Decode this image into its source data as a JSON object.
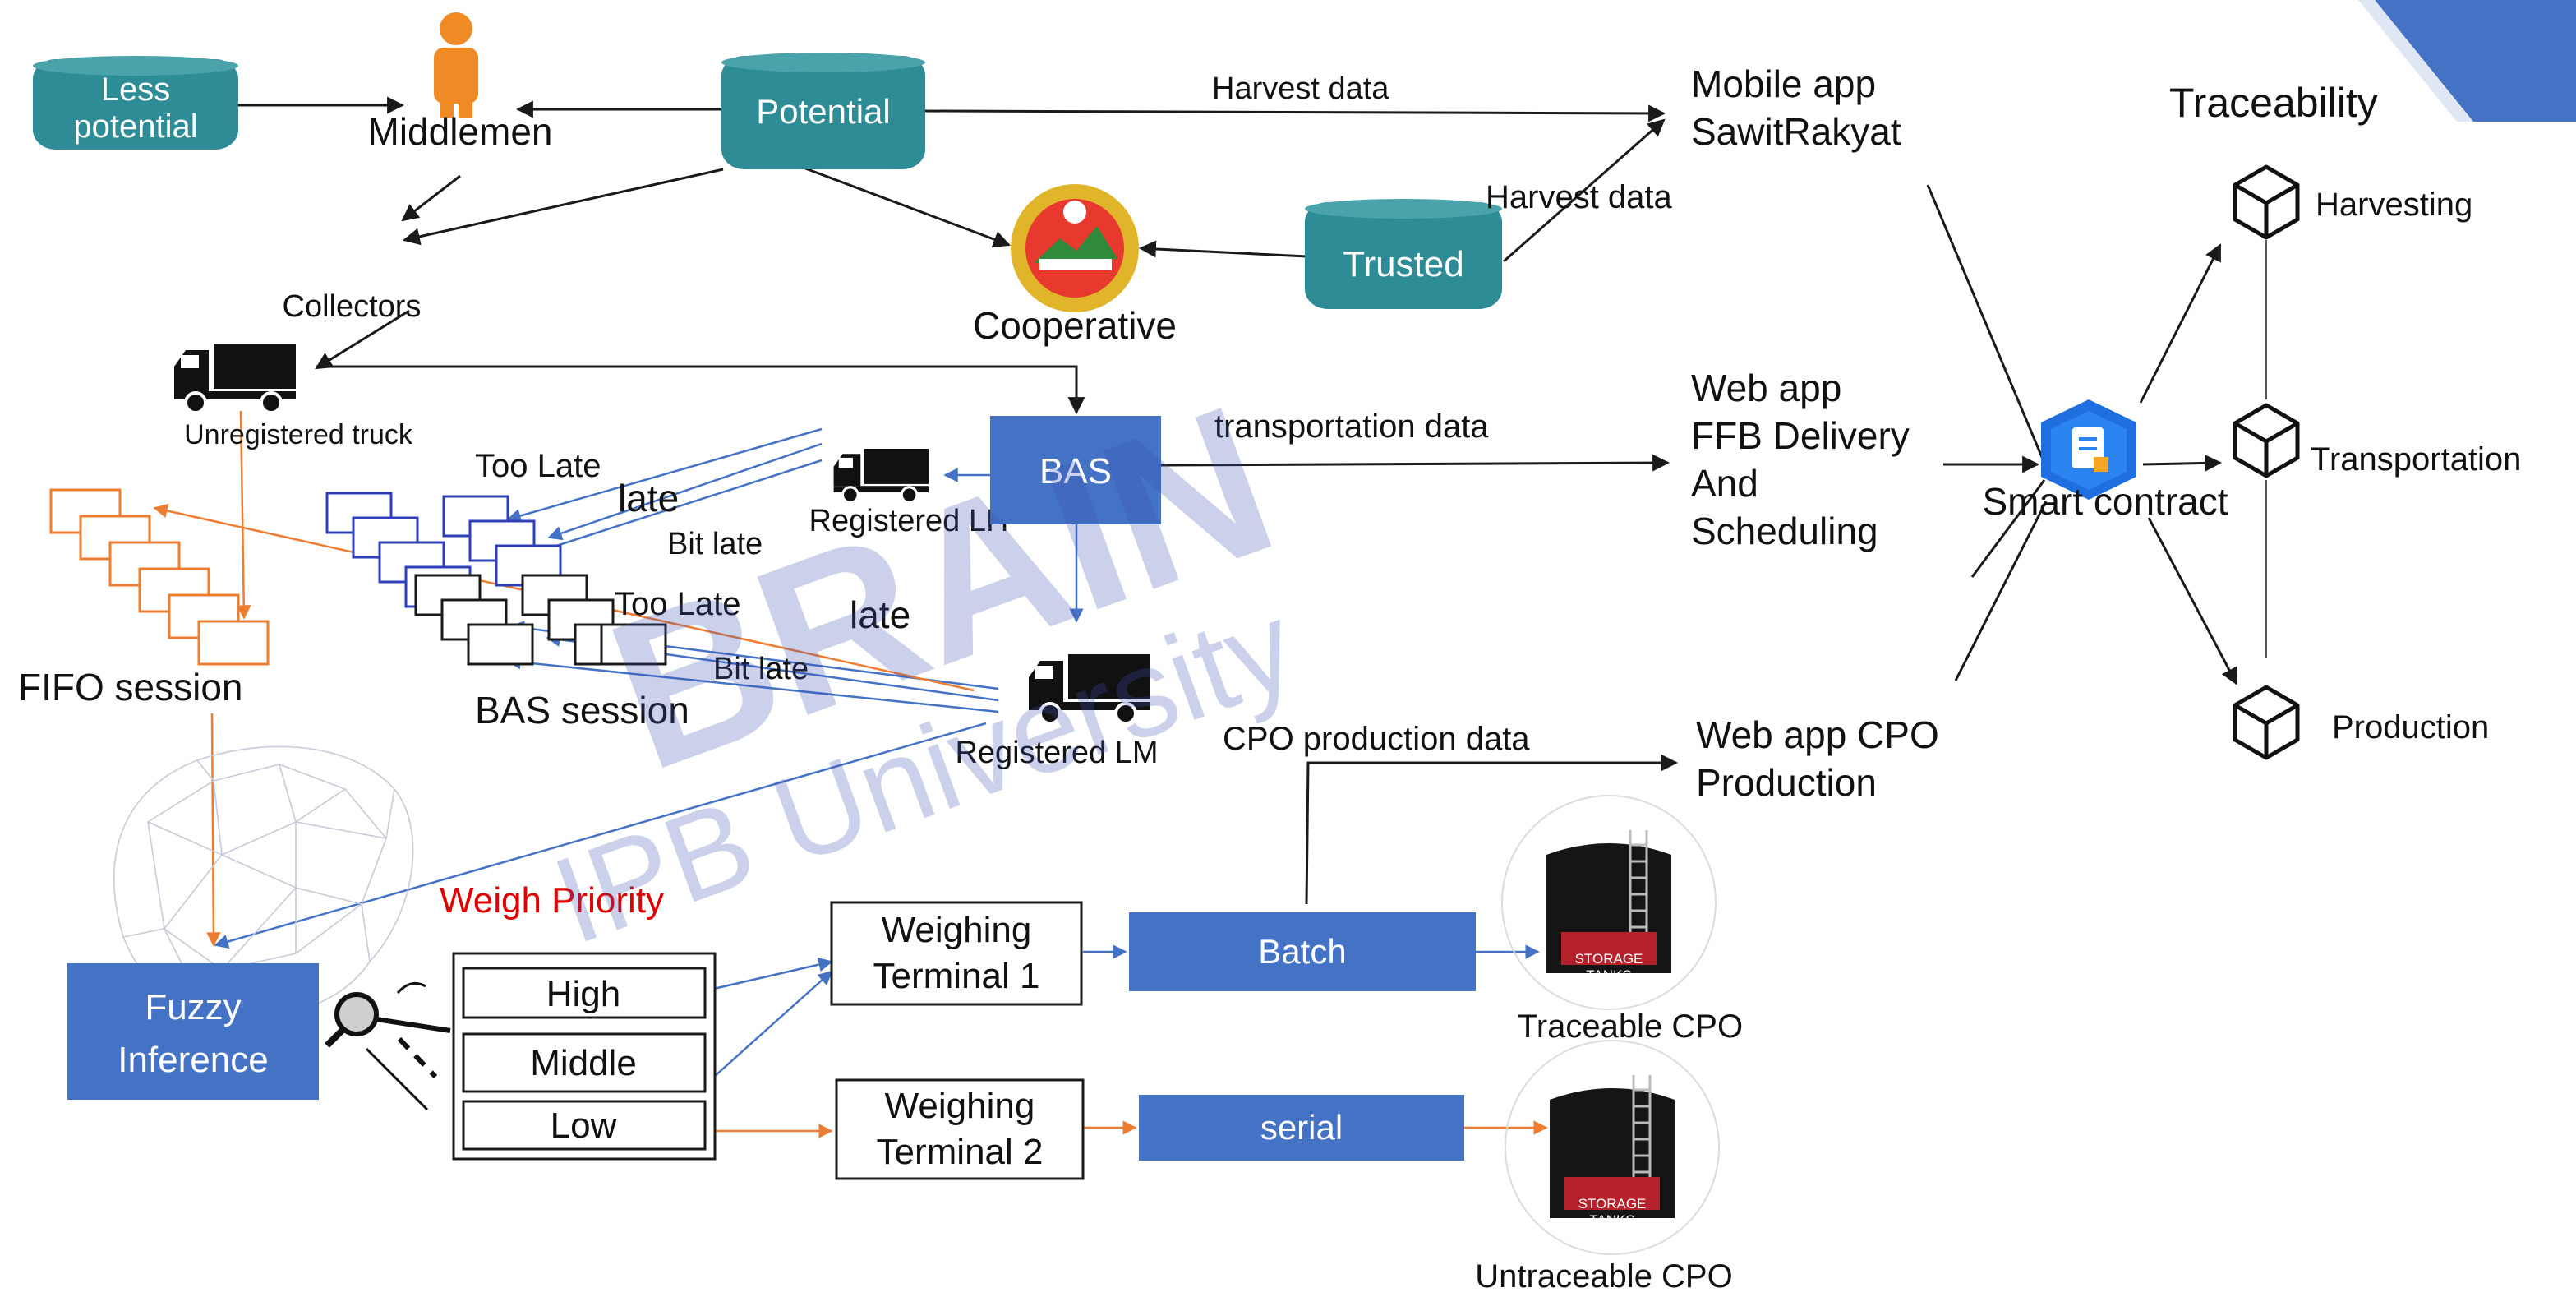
{
  "colors": {
    "teal": "#2e8c96",
    "blue": "#4472c4",
    "orange": "#ed7d31",
    "red": "#e00000",
    "dark": "#1a1a1a",
    "gray_line": "#555555",
    "watermark": "#3f51b5"
  },
  "icons": {
    "person": "person-icon",
    "truck": "truck-icon",
    "cube": "cube-icon",
    "smart_contract": "smart-contract-icon",
    "storage_tank": "storage-tank-icon",
    "brain": "brain-network-icon",
    "cooperative_logo": "cooperative-logo",
    "corner_banner": "corner-banner"
  },
  "watermark": {
    "line1": "BRAIN",
    "line2": "IPB University"
  },
  "sources": {
    "less_potential": [
      "Less",
      "potential"
    ],
    "potential": "Potential",
    "trusted": "Trusted"
  },
  "actors": {
    "middlemen": "Middlemen",
    "cooperative": "Cooperative",
    "collectors": "Collectors",
    "unregistered_truck": "Unregistered truck",
    "registered_lh": "Registered LH",
    "registered_lm": "Registered LM",
    "bas": "BAS"
  },
  "flows": {
    "harvest_data_top": "Harvest data",
    "harvest_data_mid": "Harvest data",
    "transportation_data": "transportation data",
    "cpo_production_data": "CPO production data"
  },
  "apps": {
    "mobile_app": [
      "Mobile app",
      "SawitRakyat"
    ],
    "web_app_ffb": [
      "Web app",
      "FFB Delivery",
      "And",
      "Scheduling"
    ],
    "web_app_cpo": [
      "Web app CPO",
      "Production"
    ]
  },
  "smart_contract": "Smart contract",
  "traceability": {
    "title": "Traceability",
    "stages": [
      "Harvesting",
      "Transportation",
      "Production"
    ]
  },
  "sessions": {
    "fifo": "FIFO session",
    "bas": "BAS session",
    "too_late_1": "Too Late",
    "late_1": "late",
    "bit_late_1": "Bit late",
    "too_late_2": "Too Late",
    "late_2": "late",
    "bit_late_2": "Bit late"
  },
  "fuzzy": {
    "label": [
      "Fuzzy",
      "Inference"
    ],
    "weigh_priority": "Weigh Priority",
    "levels": [
      "High",
      "Middle",
      "Low"
    ]
  },
  "terminals": {
    "t1": [
      "Weighing",
      "Terminal 1"
    ],
    "t2": [
      "Weighing",
      "Terminal 2"
    ],
    "batch": "Batch",
    "serial": "serial"
  },
  "tanks": {
    "label": [
      "STORAGE",
      "TANKS"
    ],
    "traceable": "Traceable CPO",
    "untraceable": "Untraceable CPO"
  }
}
